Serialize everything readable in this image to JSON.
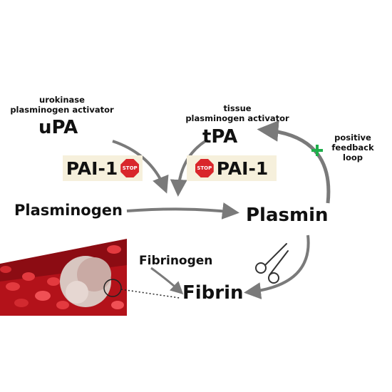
{
  "upa": {
    "caption_line1": "urokinase",
    "caption_line2": "plasminogen activator",
    "label": "uPA"
  },
  "tpa": {
    "caption_line1": "tissue",
    "caption_line2": "plasminogen activator",
    "label": "tPA"
  },
  "inhibitor": {
    "label": "PAI-1",
    "stop_text": "STOP"
  },
  "feedback": {
    "line1": "positive",
    "line2": "feedback",
    "line3": "loop"
  },
  "nodes": {
    "plasminogen": "Plasminogen",
    "plasmin": "Plasmin",
    "fibrinogen": "Fibrinogen",
    "fibrin": "Fibrin"
  },
  "colors": {
    "arrow": "#7a7a7a",
    "stop": "#d9262b",
    "plus": "#1fae4b",
    "pai_box": "#f6f0dc",
    "vessel": "#b3121a"
  }
}
